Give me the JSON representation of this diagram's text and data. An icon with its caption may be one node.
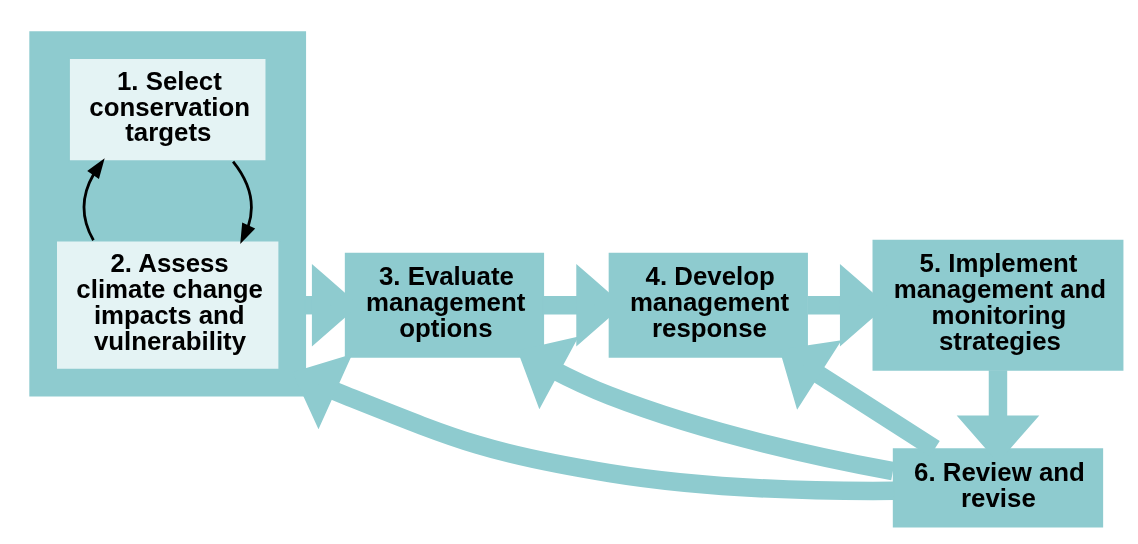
{
  "diagram": {
    "nodes": [
      {
        "text": [],
        "shape": "box"
      },
      {
        "text": [
          "1. Select conservation targets"
        ],
        "in": 0
      },
      {
        "text": [
          "2. Assess climate change impacts and vulnerability"
        ],
        "in": 0
      },
      {
        "text": [
          "3. Evaluate management options"
        ]
      },
      {
        "text": [
          "4. Develop management response"
        ]
      },
      {
        "text": [
          "5. Implement management and monitoring strategies"
        ]
      },
      {
        "text": [
          "6. Review and revise"
        ]
      }
    ],
    "edges": [
      {
        "from": 1,
        "to": 2,
        "arrow": "to",
        "color": "#000000"
      },
      {
        "from": 2,
        "to": 1,
        "arrow": "to",
        "color": "#000000"
      },
      {
        "from": 0,
        "to": 3,
        "arrow": "to"
      },
      {
        "from": 3,
        "to": 4,
        "arrow": "to"
      },
      {
        "from": 4,
        "to": 5,
        "arrow": "to"
      },
      {
        "from": 5,
        "to": 6,
        "arrow": "to"
      },
      {
        "from": 6,
        "to": 0,
        "arrow": "to"
      },
      {
        "from": 6,
        "to": 3,
        "arrow": "to"
      },
      {
        "from": 6,
        "to": 4,
        "arrow": "to"
      }
    ]
  }
}
